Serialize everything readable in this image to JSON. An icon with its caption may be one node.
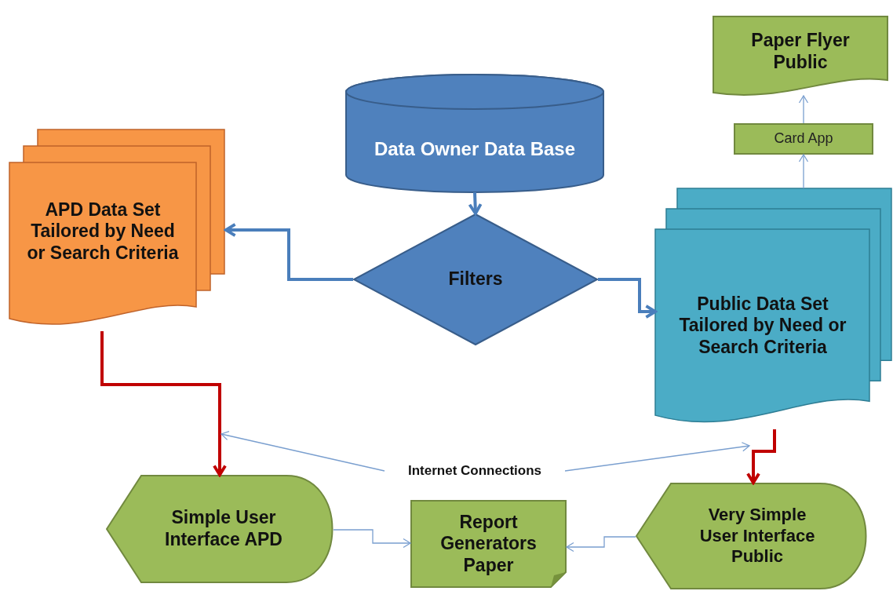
{
  "diagram": {
    "nodes": [
      {
        "text": [
          "Data Owner Data Base"
        ]
      },
      {
        "text": [
          "Filters"
        ]
      },
      {
        "text": [
          "APD Data Set Tailored by Need or Search Criteria"
        ]
      },
      {
        "text": [
          "Public Data Set Tailored by Need or Search Criteria"
        ]
      },
      {
        "text": [
          "Card App"
        ]
      },
      {
        "text": [
          "Paper Flyer Public"
        ]
      },
      {
        "text": [
          "Simple User Interface APD"
        ]
      },
      {
        "text": [
          "Report Generators Paper"
        ]
      },
      {
        "text": [
          "Very Simple User Interface Public"
        ]
      },
      {
        "text": [
          "Internet Connections"
        ]
      }
    ],
    "edges": [
      {
        "from": 0,
        "to": 1,
        "arrow": "to",
        "style": "thick",
        "color": "#4a7ebb"
      },
      {
        "from": 1,
        "to": 2,
        "arrow": "to",
        "style": "thick",
        "color": "#4a7ebb"
      },
      {
        "from": 1,
        "to": 3,
        "arrow": "to",
        "style": "thick",
        "color": "#4a7ebb"
      },
      {
        "from": 2,
        "to": 6,
        "arrow": "to",
        "style": "thick",
        "color": "#c00000"
      },
      {
        "from": 3,
        "to": 8,
        "arrow": "to",
        "style": "thick",
        "color": "#c00000"
      },
      {
        "from": 3,
        "to": 4,
        "arrow": "to"
      },
      {
        "from": 4,
        "to": 5,
        "arrow": "to"
      },
      {
        "from": 6,
        "to": 7,
        "arrow": "to"
      },
      {
        "from": 8,
        "to": 7,
        "arrow": "to"
      },
      {
        "from": 9,
        "to": null,
        "arrow": "to"
      },
      {
        "from": 9,
        "to": null,
        "arrow": "to"
      }
    ]
  }
}
